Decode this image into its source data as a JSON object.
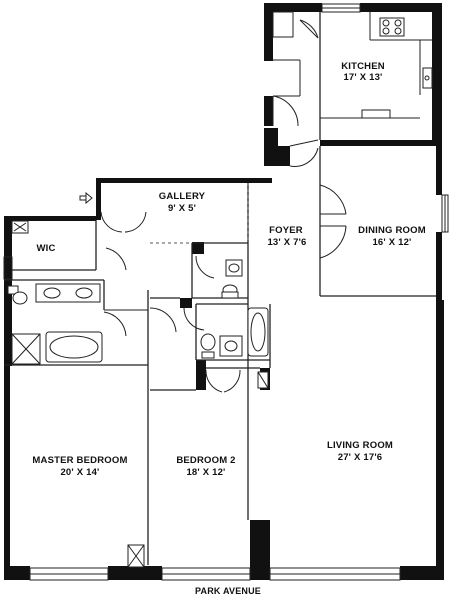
{
  "colors": {
    "wall": "#111111",
    "line": "#222222",
    "background": "#ffffff"
  },
  "rooms": {
    "kitchen": {
      "name": "KITCHEN",
      "dims": "17' X 13'"
    },
    "gallery": {
      "name": "GALLERY",
      "dims": "9' X 5'"
    },
    "foyer": {
      "name": "FOYER",
      "dims": "13' X 7'6"
    },
    "dining": {
      "name": "DINING ROOM",
      "dims": "16' X 12'"
    },
    "wic": {
      "name": "WIC"
    },
    "master": {
      "name": "MASTER BEDROOM",
      "dims": "20' X 14'"
    },
    "bedroom2": {
      "name": "BEDROOM 2",
      "dims": "18' X 12'"
    },
    "living": {
      "name": "LIVING ROOM",
      "dims": "27' X 17'6"
    }
  },
  "street": "PARK AVENUE",
  "icons": [
    "entry-arrow-icon",
    "sink-icon",
    "stove-icon",
    "bathtub-icon",
    "toilet-icon",
    "shower-icon"
  ]
}
